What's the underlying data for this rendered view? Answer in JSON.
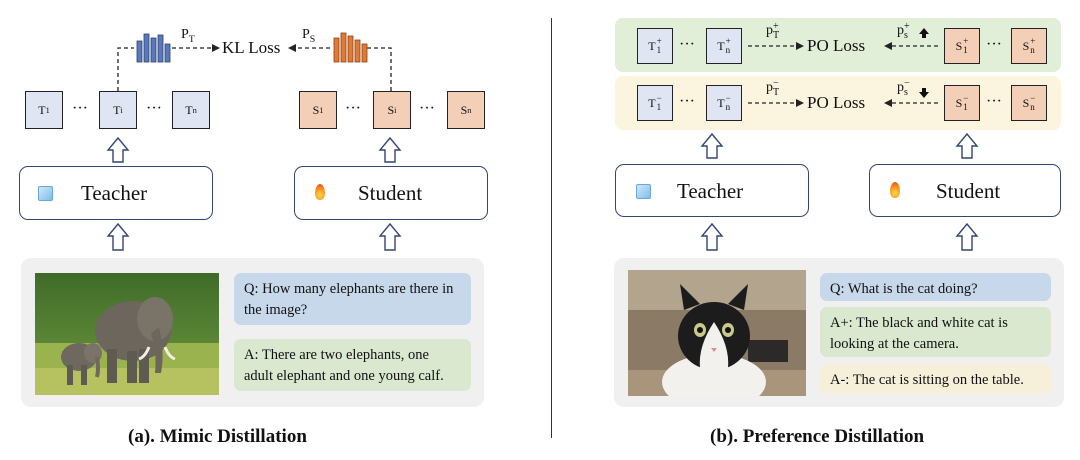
{
  "left": {
    "teacher_tokens": [
      "T",
      "T",
      "T"
    ],
    "teacher_token_subs": [
      "1",
      "i",
      "n"
    ],
    "student_tokens": [
      "S",
      "S",
      "S"
    ],
    "student_token_subs": [
      "1",
      "i",
      "n"
    ],
    "ellipsis": "···",
    "p_teacher": "P",
    "p_teacher_sub": "T",
    "p_student": "P",
    "p_student_sub": "S",
    "loss_label": "KL Loss",
    "teacher_label": "Teacher",
    "student_label": "Student",
    "question": "Q: How many elephants are there in the image?",
    "answer": "A: There are two elephants, one adult elephant and one young calf.",
    "caption": "(a). Mimic Distillation"
  },
  "right": {
    "pos_row": {
      "t_first": "T",
      "t_first_sup": "+",
      "t_first_sub": "1",
      "t_last": "T",
      "t_last_sup": "+",
      "t_last_sub": "n",
      "s_first": "S",
      "s_first_sup": "+",
      "s_first_sub": "1",
      "s_last": "S",
      "s_last_sup": "+",
      "s_last_sub": "n",
      "p_t": "p",
      "p_t_sup": "+",
      "p_t_sub": "T",
      "p_s": "p",
      "p_s_sup": "+",
      "p_s_sub": "s",
      "loss_label": "PO Loss"
    },
    "neg_row": {
      "t_first": "T",
      "t_first_sup": "−",
      "t_first_sub": "1",
      "t_last": "T",
      "t_last_sup": "−",
      "t_last_sub": "n",
      "s_first": "S",
      "s_first_sup": "−",
      "s_first_sub": "1",
      "s_last": "S",
      "s_last_sup": "−",
      "s_last_sub": "n",
      "p_t": "p",
      "p_t_sup": "−",
      "p_t_sub": "T",
      "p_s": "p",
      "p_s_sup": "−",
      "p_s_sub": "s",
      "loss_label": "PO Loss"
    },
    "ellipsis": "···",
    "teacher_label": "Teacher",
    "student_label": "Student",
    "question": "Q: What is the cat doing?",
    "answer_pos": "A+: The black and white cat is looking at the camera.",
    "answer_neg": "A-: The cat is sitting on the table.",
    "caption": "(b). Preference Distillation"
  },
  "colors": {
    "teacher_token": "#dfe5f2",
    "student_token": "#f3cfb8",
    "pos_band": "#e1eed8",
    "neg_band": "#fbf4df",
    "question_bubble": "#c7d8ea",
    "answer_bubble": "#d9e8cf",
    "neg_answer_bubble": "#f6efda",
    "bar_blue": "#5a79bd",
    "bar_orange": "#e07a34"
  },
  "icons": [
    "ice-icon",
    "fire-icon",
    "arrow-up-icon",
    "bar-chart-icon",
    "up-arrow-icon",
    "down-arrow-icon"
  ]
}
